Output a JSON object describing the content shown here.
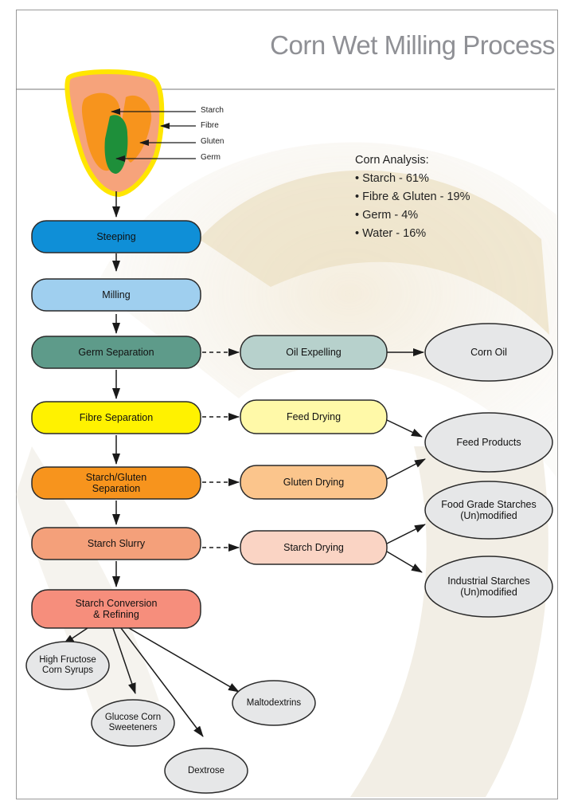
{
  "title": "Corn Wet Milling Process",
  "kernel_labels": [
    "Starch",
    "Fibre",
    "Gluten",
    "Germ"
  ],
  "analysis": {
    "heading": "Corn Analysis:",
    "items": [
      "Starch - 61%",
      "Fibre & Gluten - 19%",
      "Germ - 4%",
      "Water - 16%"
    ]
  },
  "main_steps": [
    {
      "label": "Steeping",
      "color": "#0f8fd7"
    },
    {
      "label": "Milling",
      "color": "#9fcfef"
    },
    {
      "label": "Germ Separation",
      "color": "#5e9b8a"
    },
    {
      "label": "Fibre Separation",
      "color": "#fff200"
    },
    {
      "label": "Starch/Gluten\nSeparation",
      "color": "#f7941d"
    },
    {
      "label": "Starch Slurry",
      "color": "#f4a07a"
    },
    {
      "label": "Starch Conversion\n& Refining",
      "color": "#f68e7c"
    }
  ],
  "secondary_steps": [
    {
      "label": "Oil Expelling",
      "color": "#b7d1cc"
    },
    {
      "label": "Feed Drying",
      "color": "#fff9a8"
    },
    {
      "label": "Gluten Drying",
      "color": "#fbc58c"
    },
    {
      "label": "Starch Drying",
      "color": "#fad4c4"
    }
  ],
  "products": [
    "Corn Oil",
    "Feed Products",
    "Food Grade Starches\n(Un)modified",
    "Industrial Starches\n(Un)modified"
  ],
  "refined_products": [
    "High Fructose\nCorn Syrups",
    "Glucose Corn\nSweeteners",
    "Dextrose",
    "Maltodextrins"
  ]
}
